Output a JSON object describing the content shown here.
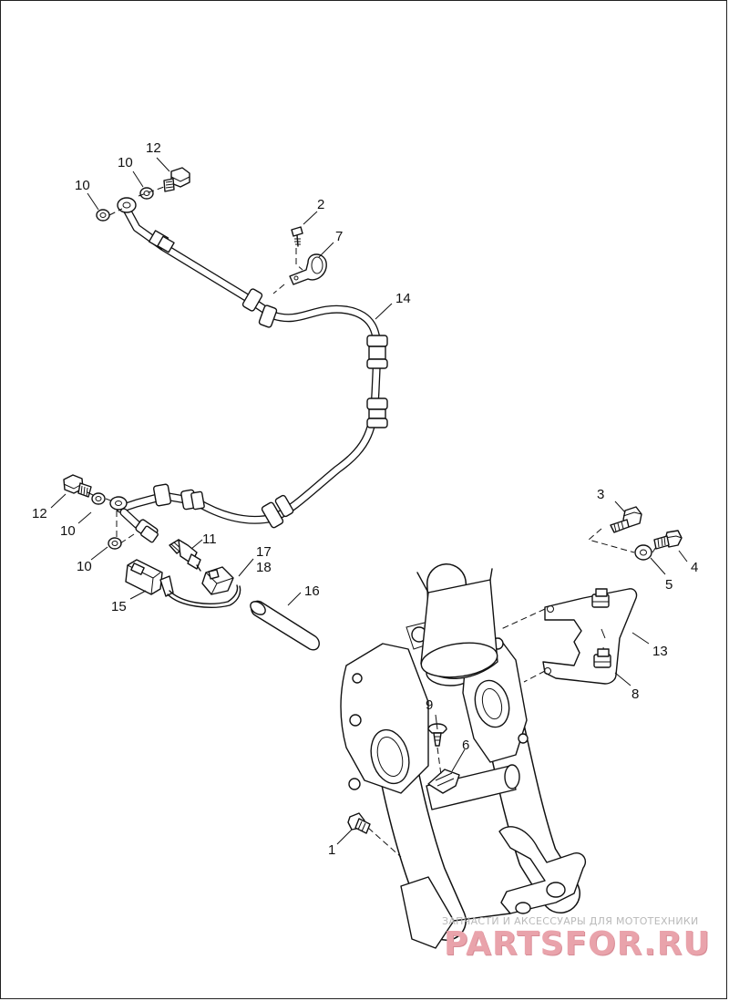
{
  "callouts": {
    "c1": "1",
    "c2": "2",
    "c3": "3",
    "c4": "4",
    "c5": "5",
    "c6": "6",
    "c7": "7",
    "c8": "8",
    "c9": "9",
    "c10a": "10",
    "c10b": "10",
    "c10c": "10",
    "c10d": "10",
    "c11": "11",
    "c12a": "12",
    "c12b": "12",
    "c13": "13",
    "c14": "14",
    "c15": "15",
    "c16": "16",
    "c17": "17",
    "c18": "18"
  },
  "watermark": {
    "caption": "ЗАПЧАСТИ И АКСЕССУАРЫ ДЛЯ МОТОТЕХНИКИ",
    "logo": "PARTSFOR.RU"
  },
  "colors": {
    "line": "#111111",
    "background": "#ffffff",
    "watermark": "#e9a3ab"
  }
}
